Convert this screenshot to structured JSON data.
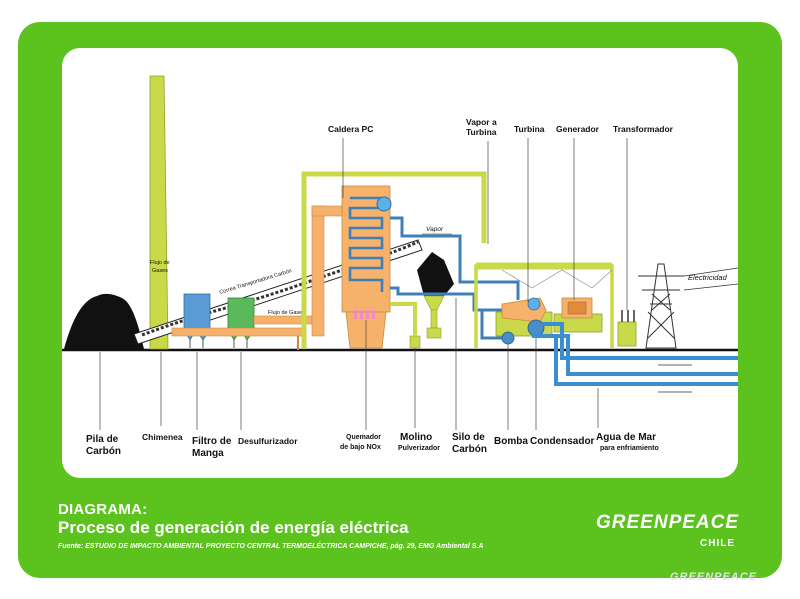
{
  "header": {
    "title": "DIAGRAMA:",
    "subtitle": "Proceso de generación de energía eléctrica",
    "source": "Fuente: ESTUDIO DE IMPACTO AMBIENTAL PROYECTO CENTRAL TERMOELÉCTRICA CAMPICHE, pág. 29, EMG Ambiental S.A"
  },
  "logo": {
    "name": "GREENPEACE",
    "sub": "CHILE",
    "watermark": "GREENPEACE"
  },
  "colors": {
    "frame_green": "#5cc21e",
    "structure_yellow": "#c9d94a",
    "boiler_orange": "#f6b26b",
    "filter_blue": "#5b9bd5",
    "desulfurizer_green": "#5cb85c",
    "pipe_blue": "#4a8ec9",
    "water_blue": "#3a8fd0",
    "coal_black": "#111111"
  },
  "diagram": {
    "bottom_labels": {
      "pila_line1": "Pila de",
      "pila_line2": "Carbón",
      "chimenea": "Chimenea",
      "filtro_line1": "Filtro de",
      "filtro_line2": "Manga",
      "desulfurizador": "Desulfurizador",
      "quemador_line1": "Quemador",
      "quemador_line2": "de bajo NOx",
      "molino_line1": "Molino",
      "molino_line2": "Pulverizador",
      "silo_line1": "Silo de",
      "silo_line2": "Carbón",
      "bomba": "Bomba",
      "condensador": "Condensador",
      "agua_line1": "Agua de Mar",
      "agua_line2": "para enfriamiento"
    },
    "top_labels": {
      "caldera": "Caldera PC",
      "vapor_turbina_line1": "Vapor a",
      "vapor_turbina_line2": "Turbina",
      "turbina": "Turbina",
      "generador": "Generador",
      "transformador": "Transformador"
    },
    "inner_labels": {
      "flujo_chimenea_line1": "Flujo de",
      "flujo_chimenea_line2": "Gases",
      "correa": "Correa Transportadora Carbón",
      "flujo_gases": "Flujo de Gases",
      "vapor": "Vapor",
      "electricidad": "Electricidad"
    }
  }
}
